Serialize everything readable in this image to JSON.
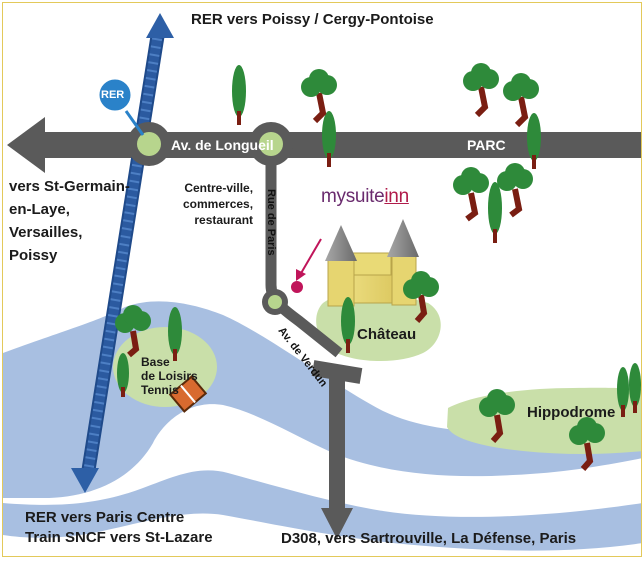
{
  "labels": {
    "top_rer": "RER vers Poissy / Cergy-Pontoise",
    "west": "vers St-Germain-\nen-Laye,\nVersailles,\nPoissy",
    "bottom_left": "RER vers Paris Centre\nTrain SNCF vers St-Lazare",
    "bottom_road": "D308, vers Sartrouville, La Défense, Paris",
    "centre_ville": "Centre-ville,\ncommerces,\nrestaurant",
    "av_longueil": "Av. de Longueil",
    "parc": "PARC",
    "rue_paris": "Rue de Paris",
    "av_verdun": "Av. de Verdun",
    "chateau": "Château",
    "base_loisirs": "Base\nde Loisirs\nTennis",
    "hippodrome": "Hippodrome",
    "rer_badge": "RER"
  },
  "brand": {
    "part1": "mysuite",
    "part2": "inn"
  },
  "icons": {
    "rer": "rer-station-badge",
    "hotel": "hotel-location-marker",
    "tennis": "tennis-court-icon",
    "chateau": "chateau-icon"
  },
  "colors": {
    "road": "#565656",
    "river": "#a7bfe0",
    "park": "#c9dfa9",
    "rail": "#2d5fa6",
    "node": "#b4d48a",
    "hotel_marker": "#c0155a",
    "rer_badge": "#2a82c9",
    "frame": "#e3c95a"
  }
}
